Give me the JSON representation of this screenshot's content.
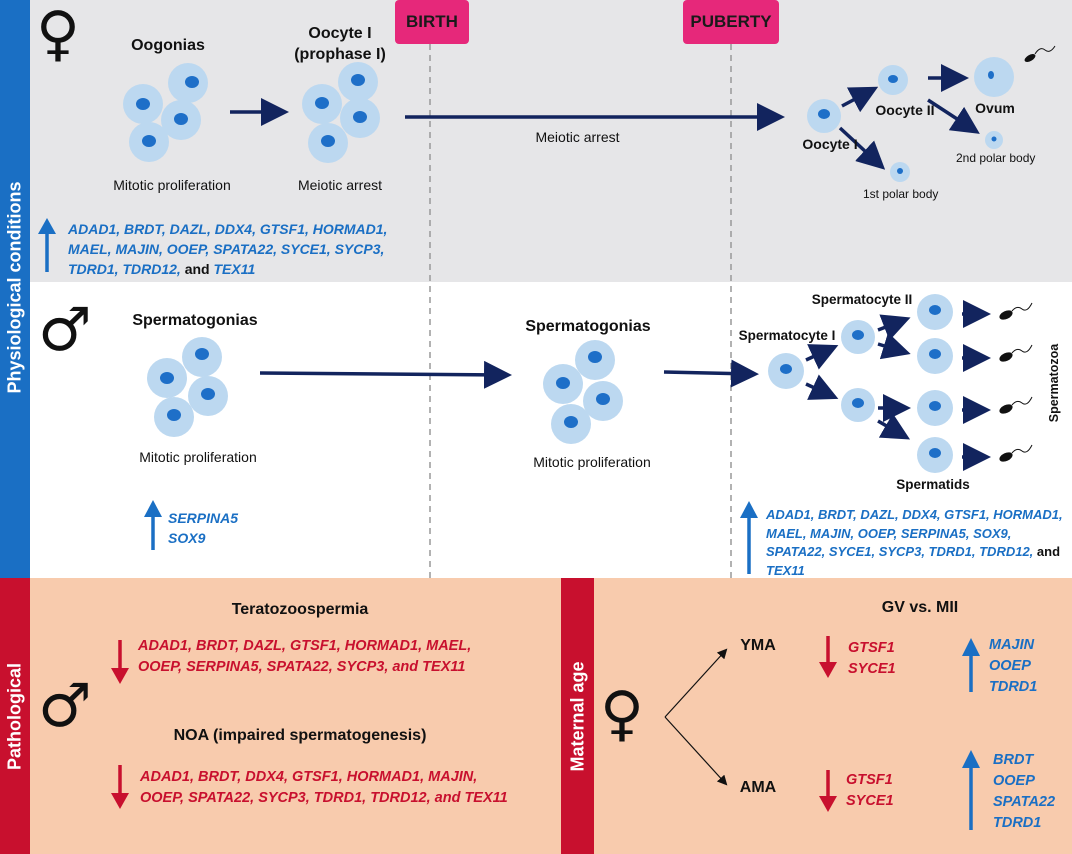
{
  "labels": {
    "physiological": "Physiological conditions",
    "pathological": "Pathological",
    "maternal_age": "Maternal age",
    "birth": "BIRTH",
    "puberty": "PUBERTY"
  },
  "symbols": {
    "female": "♀",
    "male": "♂"
  },
  "female": {
    "oogonias": "Oogonias",
    "oocyte1_line1": "Oocyte I",
    "oocyte1_line2": "(prophase I)",
    "mitotic": "Mitotic proliferation",
    "meiotic_arrest": "Meiotic arrest",
    "meiotic_arrest_line": "Meiotic arrest",
    "oocyte_i": "Oocyte I",
    "oocyte_ii": "Oocyte II",
    "ovum": "Ovum",
    "polar1": "1st polar body",
    "polar2": "2nd polar body",
    "genes": [
      "ADAD1,  BRDT,  DAZL,  DDX4,  GTSF1,  HORMAD1,",
      "MAEL,   MAJIN,   OOEP,   SPATA22,   SYCE1,   SYCP3,",
      "TDRD1, TDRD12,"
    ],
    "genes_and": "and",
    "genes_tail": "TEX11"
  },
  "male": {
    "spermatogonias_1": "Spermatogonias",
    "spermatogonias_2": "Spermatogonias",
    "mitotic_1": "Mitotic proliferation",
    "mitotic_2": "Mitotic proliferation",
    "spermatocyte_i": "Spermatocyte I",
    "spermatocyte_ii": "Spermatocyte II",
    "spermatids": "Spermatids",
    "spermatozoa": "Spermatozoa",
    "genes_early": [
      "SERPINA5",
      "SOX9"
    ],
    "genes_late": [
      "ADAD1, BRDT, DAZL, DDX4, GTSF1, HORMAD1,",
      "MAEL,   MAJIN,   OOEP,   SERPINA5,   SOX9,",
      "SPATA22, SYCE1, SYCP3, TDRD1, TDRD12,"
    ],
    "genes_late_and": "and",
    "genes_late_tail": "TEX11"
  },
  "pathological": {
    "terato_title": "Teratozoospermia",
    "terato_genes": [
      "ADAD1, BRDT, DAZL, GTSF1, HORMAD1, MAEL,",
      "OOEP, SERPINA5, SPATA22, SYCP3, and TEX11"
    ],
    "noa_title": "NOA (impaired spermatogenesis)",
    "noa_genes": [
      "ADAD1, BRDT, DDX4, GTSF1, HORMAD1, MAJIN,",
      "OOEP, SPATA22, SYCP3, TDRD1, TDRD12, and TEX11"
    ]
  },
  "maternal": {
    "title": "GV vs. MII",
    "yma": "YMA",
    "ama": "AMA",
    "yma_down": [
      "GTSF1",
      "SYCE1"
    ],
    "yma_up": [
      "MAJIN",
      "OOEP",
      "TDRD1"
    ],
    "ama_down": [
      "GTSF1",
      "SYCE1"
    ],
    "ama_up": [
      "BRDT",
      "OOEP",
      "SPATA22",
      "TDRD1"
    ]
  },
  "colors": {
    "blue": "#1a6fc4",
    "red": "#c8102e",
    "navy": "#12245e",
    "pink_tag": "#e6287a",
    "cell_fill": "#bcd8f0",
    "nucleus": "#1e6fc8",
    "female_panel": "#e6e6e8",
    "patho_panel": "#f8cbad"
  }
}
